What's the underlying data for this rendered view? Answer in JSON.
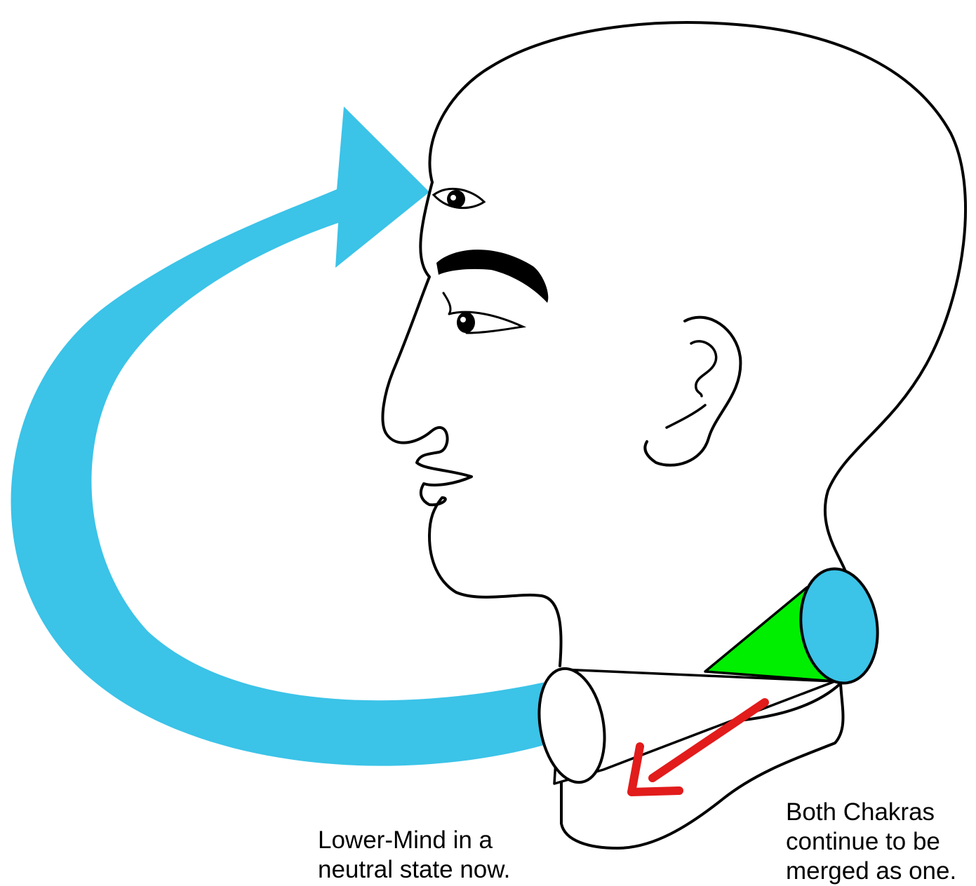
{
  "captions": {
    "lower_mind": {
      "line1": "Lower-Mind in a",
      "line2": "neutral state now."
    },
    "chakras": {
      "line1": "Both Chakras",
      "line2": "continue to be",
      "line3": "merged as one."
    }
  },
  "colors": {
    "curved_arrow": "#3bc3e8",
    "chakra_disc": "#3bc3e8",
    "energy_cone": "#00ee00",
    "flow_arrow": "#e21b1b",
    "outline": "#000000",
    "background": "#ffffff"
  }
}
